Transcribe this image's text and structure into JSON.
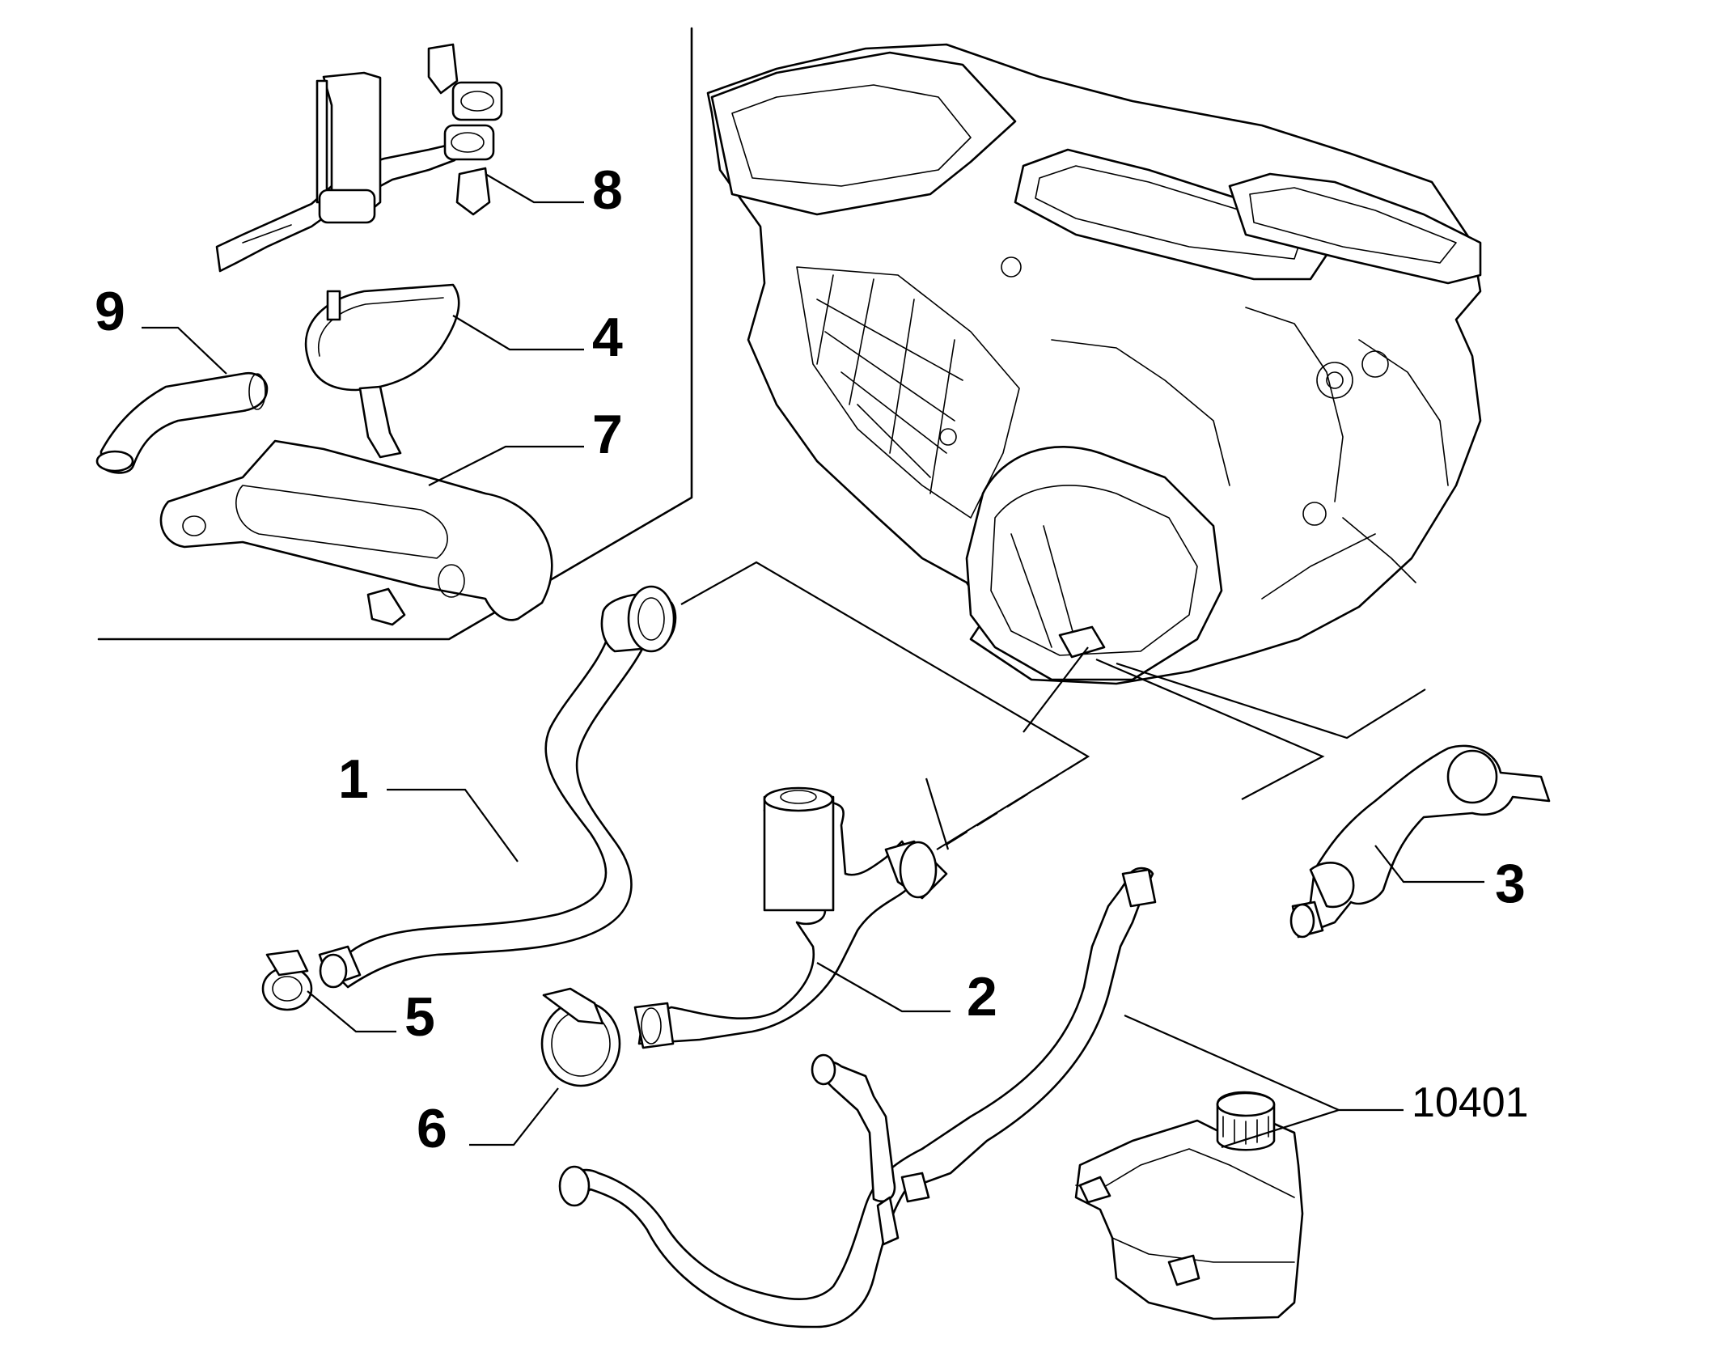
{
  "callouts": [
    {
      "id": "c1",
      "label": "1"
    },
    {
      "id": "c2",
      "label": "2"
    },
    {
      "id": "c3",
      "label": "3"
    },
    {
      "id": "c4",
      "label": "4"
    },
    {
      "id": "c5",
      "label": "5"
    },
    {
      "id": "c6",
      "label": "6"
    },
    {
      "id": "c7",
      "label": "7"
    },
    {
      "id": "c8",
      "label": "8"
    },
    {
      "id": "c9",
      "label": "9"
    }
  ],
  "reference": {
    "label": "10401"
  }
}
